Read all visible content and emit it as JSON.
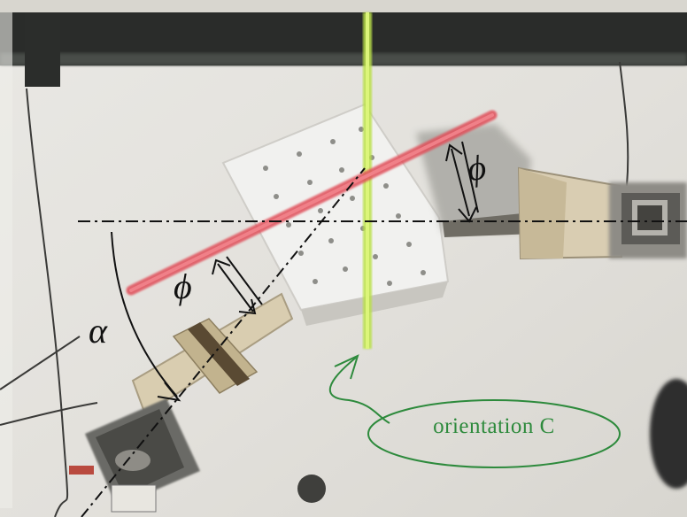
{
  "annotations": {
    "angle_alpha": "α",
    "angle_phi_left": "ϕ",
    "angle_phi_right": "ϕ",
    "orientation_label": "orientation C"
  },
  "colors": {
    "red_beam": "#e0505a",
    "green_beam": "#b9e04a",
    "green_annotation": "#2d8a3c",
    "table_surface": "#e6e4de",
    "ink": "#111111"
  }
}
